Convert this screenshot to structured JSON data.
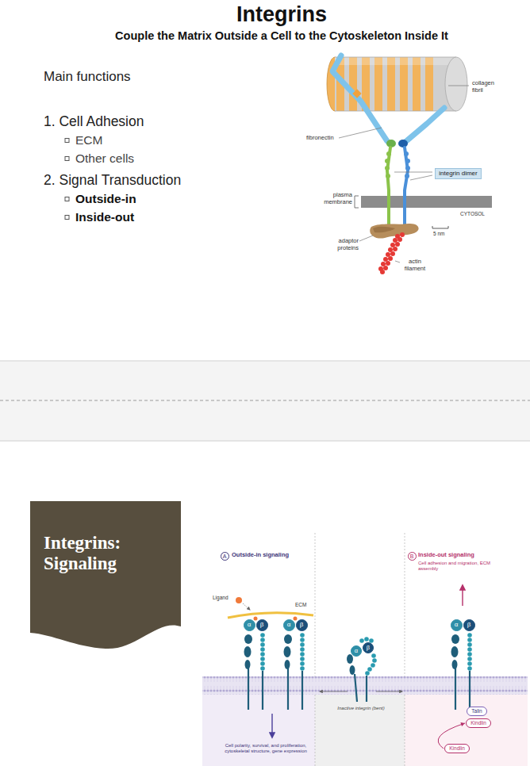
{
  "diagram": {
    "title": "Integrins",
    "nodes": [
      {
        "text": [
          "Integrins: Signaling"
        ]
      },
      {
        "text": [
          "integrin dimer"
        ]
      },
      {
        "text": [
          "A"
        ]
      },
      {
        "text": [
          "α"
        ]
      },
      {
        "text": [
          "β"
        ]
      },
      {
        "text": [
          "α"
        ]
      },
      {
        "text": [
          "β"
        ]
      },
      {
        "text": [
          "α"
        ]
      },
      {
        "text": [
          "β"
        ]
      },
      {
        "text": [
          "B"
        ]
      },
      {
        "text": [
          "α"
        ]
      },
      {
        "text": [
          "β"
        ]
      },
      {
        "text": [
          "Talin"
        ]
      },
      {
        "text": [
          "Kindlin"
        ]
      },
      {
        "text": [
          "Kindlin"
        ]
      }
    ],
    "edges": [
      {
        "from": 14,
        "to": 13,
        "arrow": "to"
      }
    ],
    "labels": [
      "Couple the Matrix Outside a Cell to the Cytoskeleton Inside It",
      "Main functions",
      "1. Cell Adhesion",
      "ECM",
      "Other cells",
      "2. Signal Transduction",
      "Outside-in",
      "Inside-out",
      "collagen fibril",
      "fibronectin",
      "plasma membrane",
      "CYTOSOL",
      "5 nm",
      "adaptor proteins",
      "actin filament",
      "Outside-in signaling",
      "Inside-out signaling",
      "Cell adhesion and migration, ECM assembly",
      "Ligand",
      "ECM",
      "Inactive integrin (bent)",
      "Cell polarity, survival, and proliferation, cytoskeletal structure, gene expression"
    ]
  }
}
